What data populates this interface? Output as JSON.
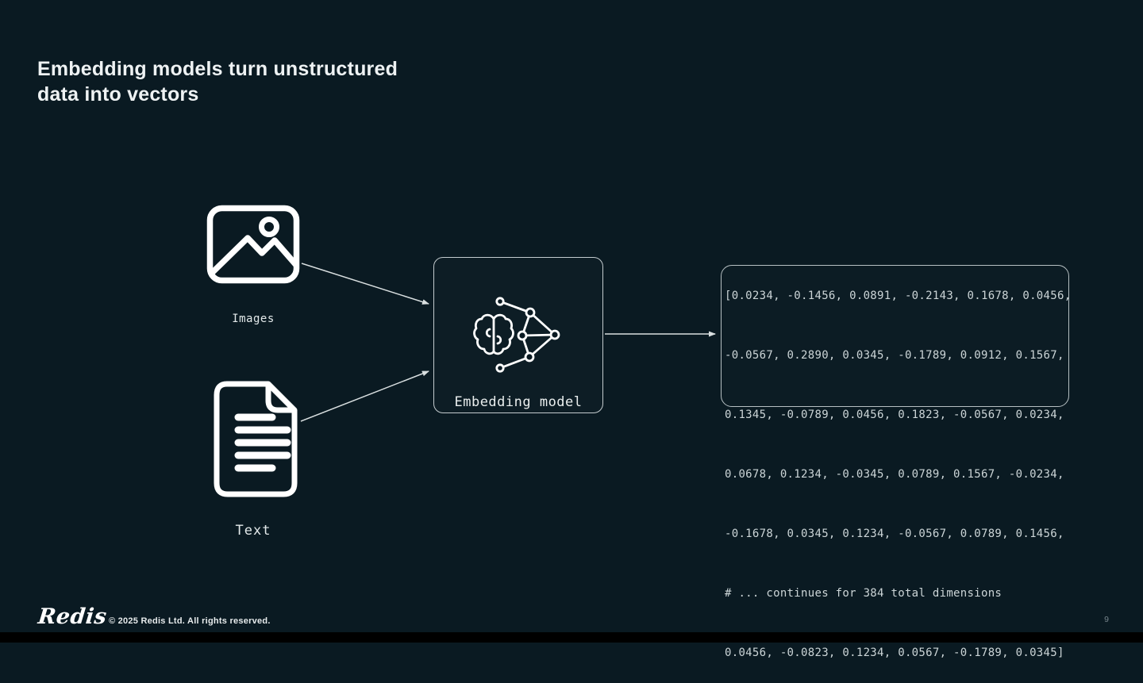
{
  "slide": {
    "title_line1": "Embedding models turn unstructured",
    "title_line2": "data into vectors",
    "page_number": "9"
  },
  "diagram": {
    "inputs": [
      {
        "icon": "image-icon",
        "label": "Images"
      },
      {
        "icon": "document-icon",
        "label": "Text"
      }
    ],
    "model": {
      "icon": "brain-network-icon",
      "label": "Embedding model"
    },
    "output": {
      "description": "vector-values-code-block",
      "lines": [
        "[0.0234, -0.1456, 0.0891, -0.2143, 0.1678, 0.0456,",
        "-0.0567, 0.2890, 0.0345, -0.1789, 0.0912, 0.1567,",
        "0.1345, -0.0789, 0.0456, 0.1823, -0.0567, 0.0234,",
        "0.0678, 0.1234, -0.0345, 0.0789, 0.1567, -0.0234,",
        "-0.1678, 0.0345, 0.1234, -0.0567, 0.0789, 0.1456,",
        "# ... continues for 384 total dimensions",
        "0.0456, -0.0823, 0.1234, 0.0567, -0.1789, 0.0345]"
      ]
    }
  },
  "footer": {
    "logo_text": "Redis",
    "copyright": "© 2025 Redis Ltd. All rights reserved."
  },
  "colors": {
    "background": "#0a1a22",
    "title_text": "#eef2f3",
    "icon_stroke": "#ffffff",
    "box_border": "#b7c0c3",
    "code_text": "#ccd5d7",
    "arrow": "#d9dfe0",
    "bottom_bar": "#000000"
  }
}
